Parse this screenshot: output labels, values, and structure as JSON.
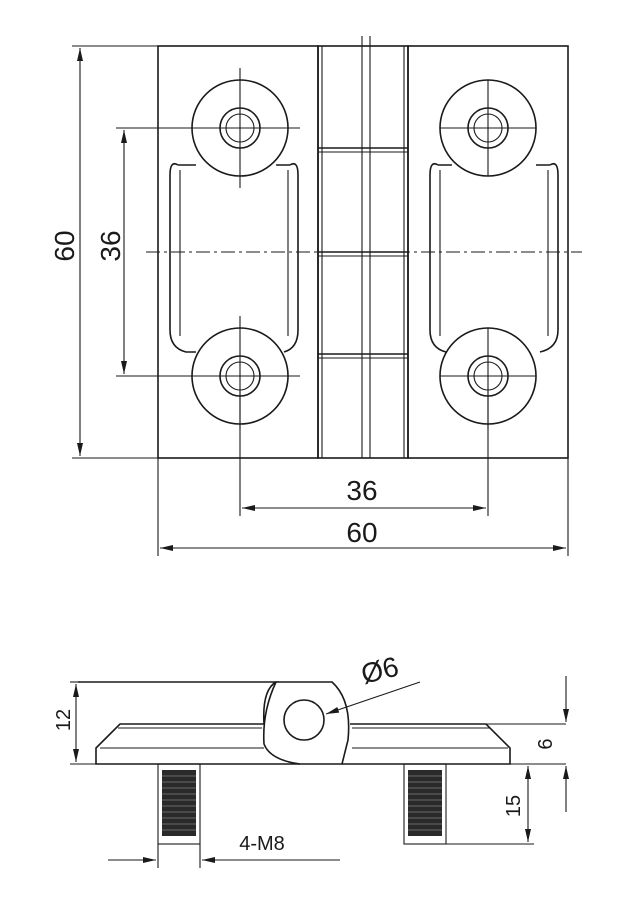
{
  "top_view": {
    "dim_height_total": "60",
    "dim_height_holes": "36",
    "dim_width_holes": "36",
    "dim_width_total": "60"
  },
  "side_view": {
    "dim_pin_diameter": "Ø6",
    "dim_thickness_total": "12",
    "dim_leaf_thickness": "6",
    "dim_stud_length": "15",
    "thread_label": "4-M8"
  }
}
